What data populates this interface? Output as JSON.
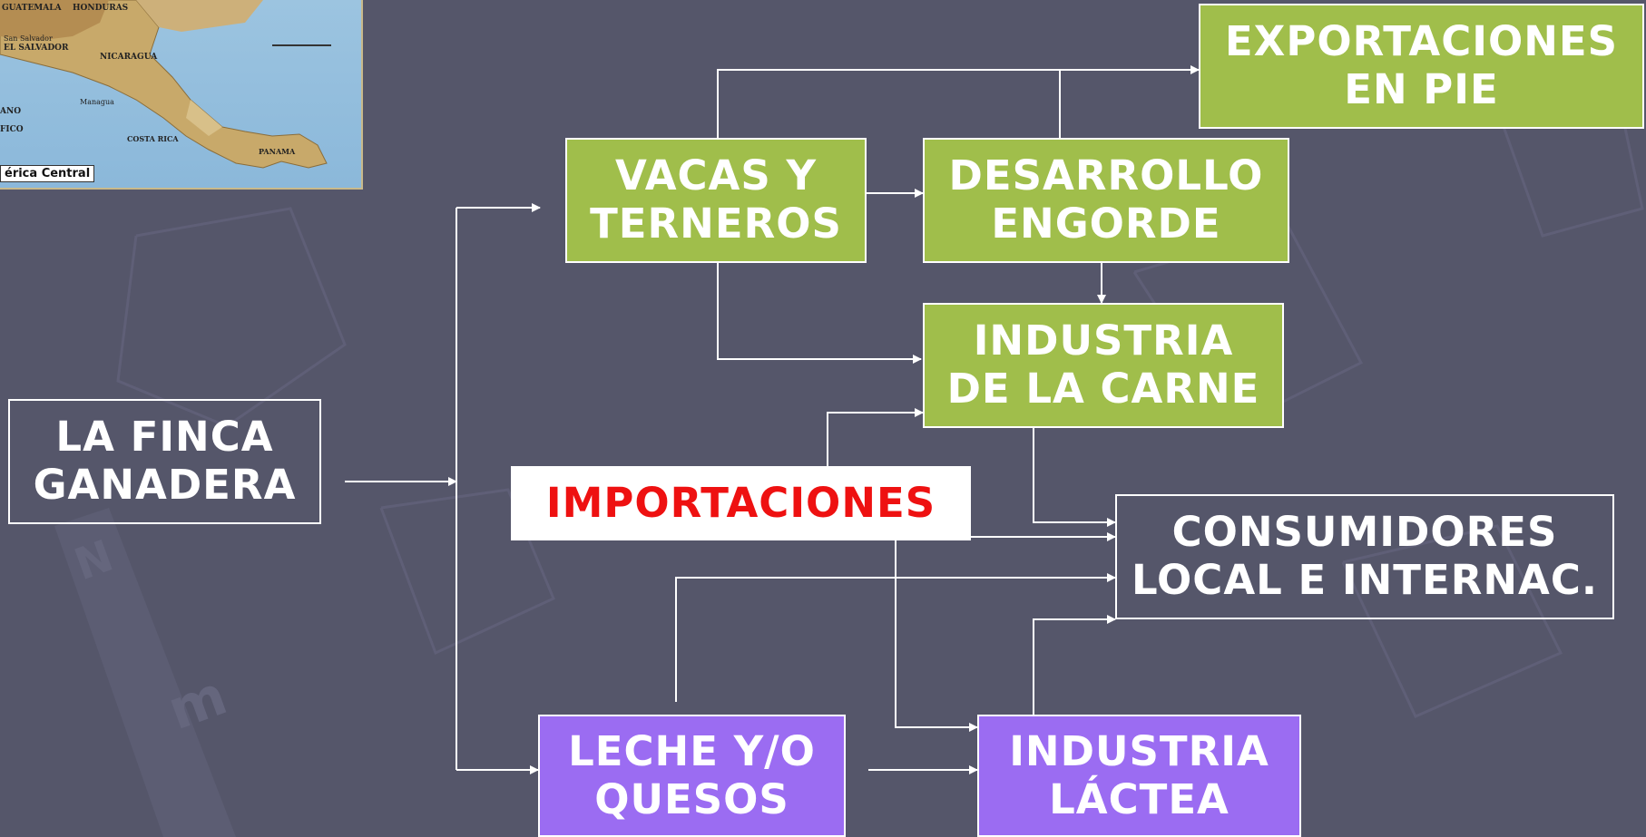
{
  "map": {
    "caption": "érica Central",
    "labels": [
      "GUATEMALA",
      "HONDURAS",
      "San Salvador",
      "EL SALVADOR",
      "NICARAGUA",
      "Managua",
      "COSTA RICA",
      "PANAMA",
      "ANO",
      "FICO"
    ]
  },
  "nodes": {
    "finca": "LA FINCA\nGANADERA",
    "vacas": "VACAS Y\nTERNEROS",
    "desarrollo": "DESARROLLO\nENGORDE",
    "exportaciones": "EXPORTACIONES\nEN PIE",
    "industria_carne": "INDUSTRIA\nDE LA CARNE",
    "importaciones": "IMPORTACIONES",
    "consumidores": "CONSUMIDORES\nLOCAL E INTERNAC.",
    "leche": "LECHE Y/O\nQUESOS",
    "industria_lactea": "INDUSTRIA\nLÁCTEA"
  },
  "colors": {
    "background": "#55566a",
    "green_box": "#a0be4b",
    "purple_box": "#9b6cf2",
    "importaciones_text": "#ee1111",
    "lines": "#ffffff"
  }
}
